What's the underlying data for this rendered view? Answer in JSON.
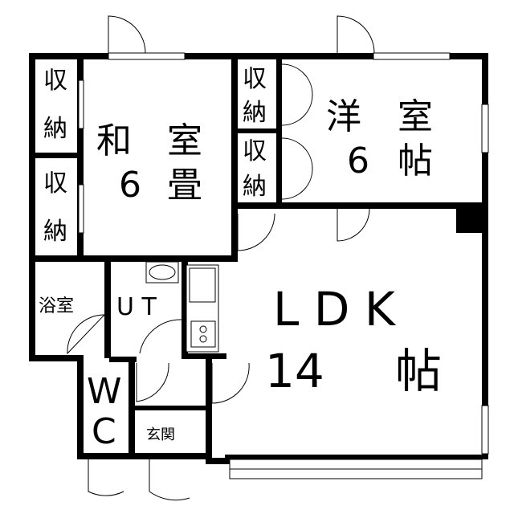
{
  "rooms": {
    "closet_1": [
      "収",
      "納"
    ],
    "closet_2": [
      "収",
      "納"
    ],
    "closet_3": [
      "収",
      "納"
    ],
    "closet_4": [
      "収",
      "納"
    ],
    "washitsu": {
      "name_1": "和",
      "name_2": "室",
      "size": "6",
      "unit": "畳"
    },
    "youshitsu": {
      "name_1": "洋",
      "name_2": "室",
      "size": "6",
      "unit": "帖"
    },
    "ldk": {
      "name": "L D K",
      "size": "14",
      "unit": "帖"
    },
    "bath": "浴室",
    "utility": "U T",
    "wc": [
      "W",
      "C"
    ],
    "entrance": "玄関"
  }
}
